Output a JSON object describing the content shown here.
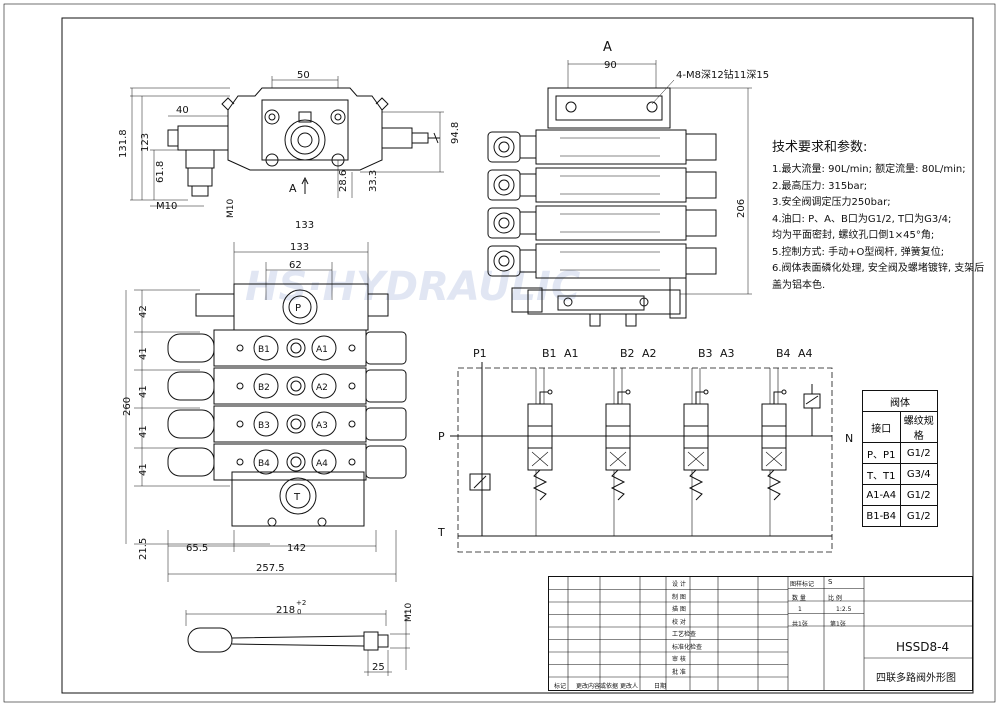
{
  "watermark": {
    "brand": "HS·HYDRAULIC",
    "color": "#c9d3ea"
  },
  "top_view": {
    "view_label": "A",
    "dims": {
      "width": "90",
      "bolts": "4-M8深12钻11深15",
      "height": "206"
    }
  },
  "front_view": {
    "dims": {
      "top": "50",
      "left_40": "40",
      "h_131_8": "131.8",
      "h_123": "123",
      "h_61_8": "61.8",
      "right_94_8": "94.8",
      "v_28_6": "28.6",
      "v_33_3": "33.3",
      "m10_h": "M10",
      "m10_v": "M10",
      "width_133": "133"
    },
    "arrow_label": "A"
  },
  "plan_view": {
    "dims": {
      "w133": "133",
      "w62": "62",
      "d42": "42",
      "d41": "41",
      "h260": "260",
      "d21_5": "21.5",
      "d65_5": "65.5",
      "d142": "142",
      "w257_5": "257.5"
    },
    "ports": {
      "p": "P",
      "t": "T",
      "b": [
        "B1",
        "B2",
        "B3",
        "B4"
      ],
      "a": [
        "A1",
        "A2",
        "A3",
        "A4"
      ]
    }
  },
  "handle": {
    "length": "218",
    "tol_upper": "+2",
    "tol_lower": "0",
    "thread": "M10",
    "d25": "25"
  },
  "hydraulic": {
    "sections": [
      {
        "b": "B1",
        "a": "A1"
      },
      {
        "b": "B2",
        "a": "A2"
      },
      {
        "b": "B3",
        "a": "A3"
      },
      {
        "b": "B4",
        "a": "A4"
      }
    ],
    "p1": "P1",
    "p": "P",
    "t": "T",
    "n": "N"
  },
  "specs": {
    "title": "技术要求和参数:",
    "lines": [
      "1.最大流量: 90L/min; 额定流量: 80L/min;",
      "2.最高压力: 315bar;",
      "3.安全阀调定压力250bar;",
      "4.油口: P、A、B口为G1/2, T口为G3/4;",
      "   均为平面密封, 螺纹孔口倒1×45°角;",
      "5.控制方式: 手动+O型阀杆, 弹簧复位;",
      "6.阀体表面磷化处理, 安全阀及螺堵镀锌, 支架后",
      "  盖为铝本色."
    ]
  },
  "port_table": {
    "title": "阀体",
    "headers": [
      "接口",
      "螺纹规格"
    ],
    "rows": [
      [
        "P、P1",
        "G1/2"
      ],
      [
        "T、T1",
        "G3/4"
      ],
      [
        "A1-A4",
        "G1/2"
      ],
      [
        "B1-B4",
        "G1/2"
      ]
    ]
  },
  "title_block": {
    "rows": [
      "设 计",
      "制 图",
      "描 图",
      "校 对",
      "工艺检查",
      "标准化检查",
      "审 核",
      "批 准"
    ],
    "footer": [
      "标记",
      "更改内容或依据",
      "更改人",
      "日期"
    ],
    "stage_label": "图样标记",
    "stage_value": "S",
    "qty_label": "数 量",
    "scale_label": "比 例",
    "qty_value": "1",
    "scale_value": "1:2.5",
    "sheets_total": "共1张",
    "sheet_no": "第1张",
    "drawing_no": "HSSD8-4",
    "drawing_name": "四联多路阀外形图"
  }
}
